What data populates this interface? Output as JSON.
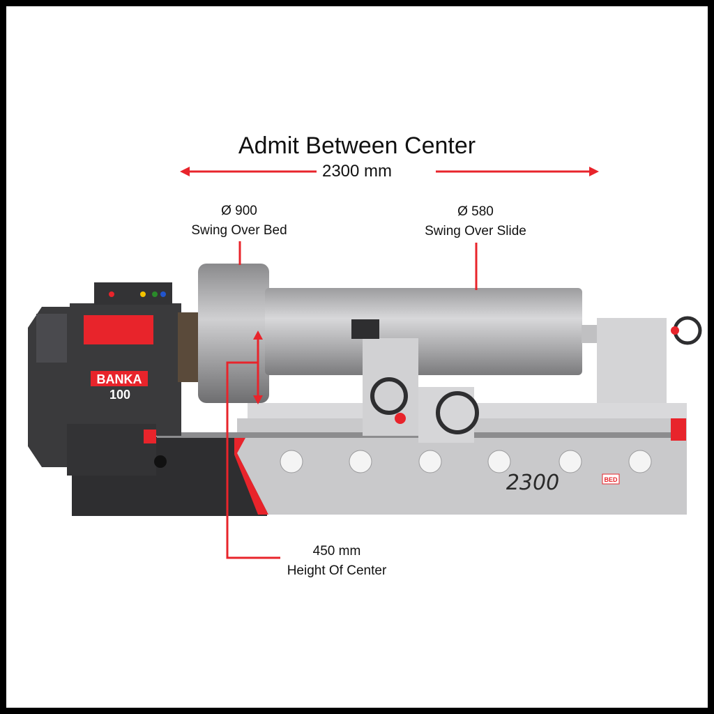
{
  "title": "Admit Between Center",
  "distance": "2300 mm",
  "swing_bed": {
    "value": "Ø 900",
    "label": "Swing Over Bed"
  },
  "swing_slide": {
    "value": "Ø 580",
    "label": "Swing Over Slide"
  },
  "center_height": {
    "value": "450 mm",
    "label": "Height Of Center"
  },
  "brand": {
    "name": "BANKA",
    "model": "100",
    "bed_length": "2300",
    "tag": "BED"
  },
  "colors": {
    "accent": "#e8242b",
    "body": "#3a3a3c",
    "bed": "#c9c9cb",
    "workpiece": "#b9b9bb"
  }
}
